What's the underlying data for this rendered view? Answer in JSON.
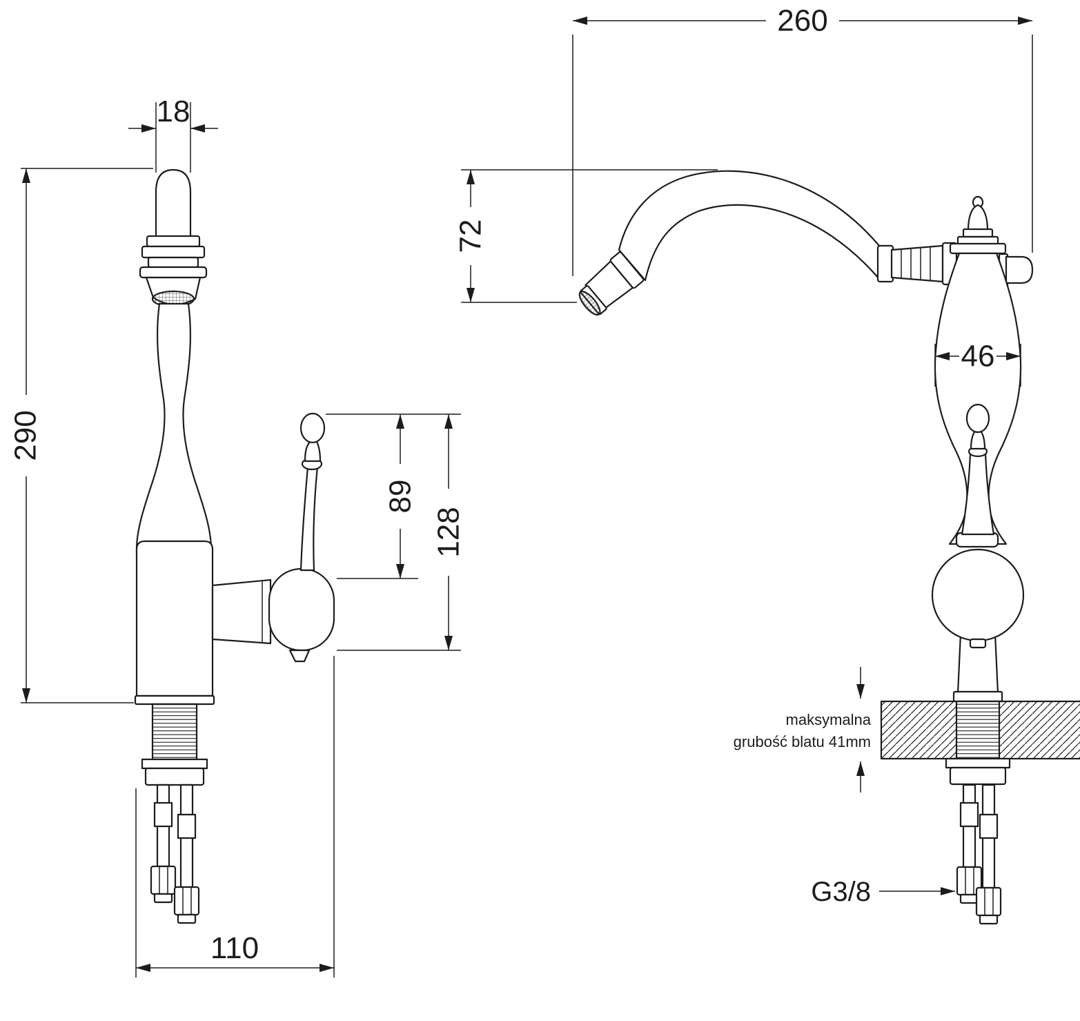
{
  "canvas": {
    "background_color": "#ffffff",
    "line_color": "#1c1c1c"
  },
  "side_view": {
    "labels": {
      "spout_width": "18",
      "total_height": "290",
      "handle_height": "89",
      "handle_total_height": "128",
      "base_depth": "110"
    }
  },
  "front_view": {
    "labels": {
      "spout_reach": "260",
      "spout_drop": "72",
      "body_width": "46",
      "connection_thread": "G3/8",
      "countertop_note_line1": "maksymalna",
      "countertop_note_line2": "grubość blatu 41mm"
    }
  }
}
